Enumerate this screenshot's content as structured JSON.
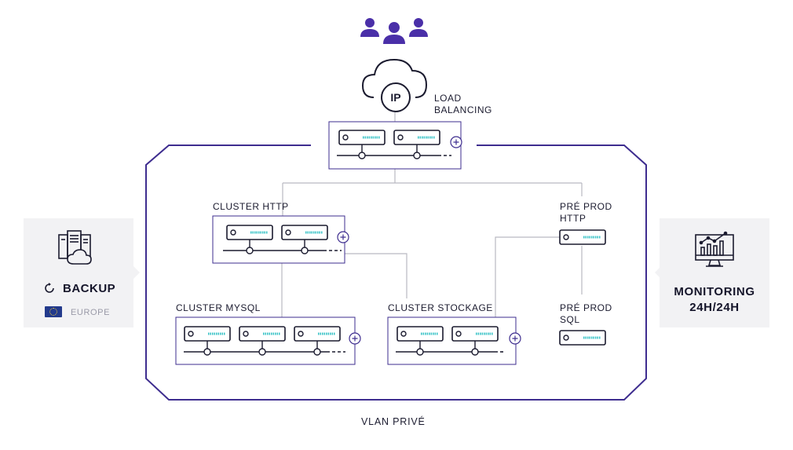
{
  "diagram": {
    "accent_color": "#3e2d8f",
    "line_color": "#b9b9c2",
    "teal_color": "#35c2c6",
    "users_icon": "users-icon",
    "cloud_icon": "cloud-icon",
    "ip_label": "IP",
    "load_balancing": "LOAD\nBALANCING",
    "cluster_http": "CLUSTER HTTP",
    "cluster_mysql": "CLUSTER MYSQL",
    "cluster_stockage": "CLUSTER STOCKAGE",
    "preprod_http": "PRÉ PROD\nHTTP",
    "preprod_sql": "PRÉ PROD\nSQL",
    "vlan": "VLAN PRIVÉ"
  },
  "backup": {
    "icon": "server-cloud-icon",
    "sync_icon": "sync-icon",
    "title": "BACKUP",
    "region": "EUROPE",
    "flag": "eu-flag-icon"
  },
  "monitoring": {
    "icon": "monitor-chart-icon",
    "title": "MONITORING\n24H/24H"
  }
}
